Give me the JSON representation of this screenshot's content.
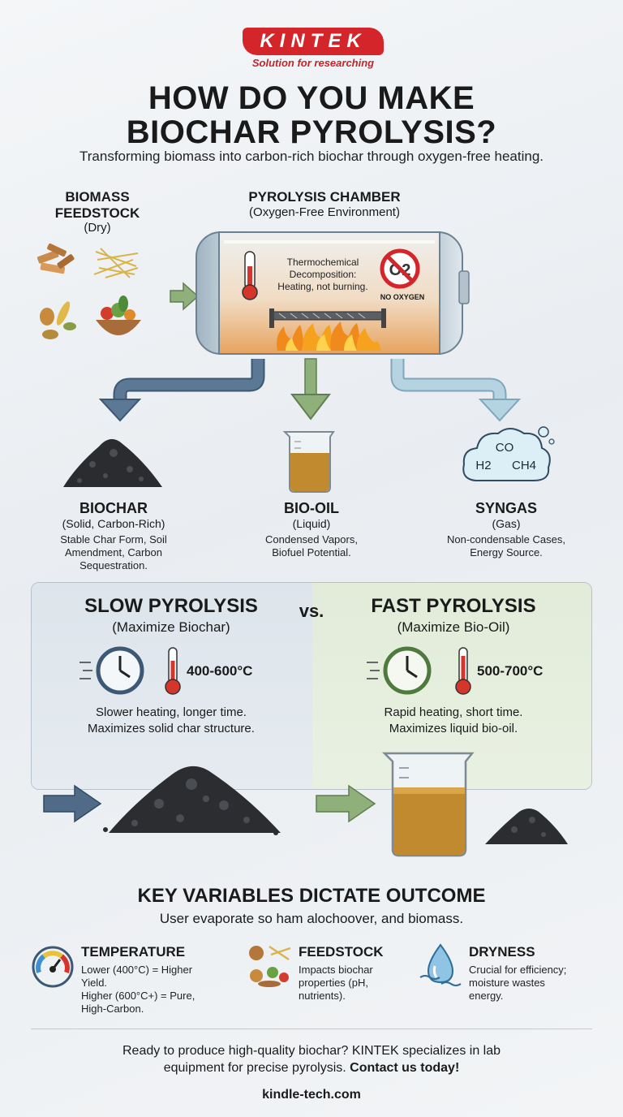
{
  "brand": {
    "name": "KINTEK",
    "tagline": "Solution for researching"
  },
  "header": {
    "title_line1": "HOW DO YOU MAKE",
    "title_line2": "BIOCHAR PYROLYSIS?",
    "subtitle": "Transforming biomass into carbon-rich biochar through oxygen-free heating."
  },
  "feedstock": {
    "title_line1": "BIOMASS",
    "title_line2": "FEEDSTOCK",
    "sub": "(Dry)"
  },
  "chamber": {
    "title": "PYROLYSIS CHAMBER",
    "sub": "(Oxygen-Free Environment)",
    "note_line1": "Thermochemical",
    "note_line2": "Decomposition:",
    "note_line3": "Heating, not burning.",
    "no_oxygen": "NO OXYGEN",
    "o2_symbol": "O2"
  },
  "outputs": {
    "biochar": {
      "title": "BIOCHAR",
      "sub": "(Solid, Carbon-Rich)",
      "desc_line1": "Stable Char Form, Soil",
      "desc_line2": "Amendment, Carbon",
      "desc_line3": "Sequestration."
    },
    "biooil": {
      "title": "BIO-OIL",
      "sub": "(Liquid)",
      "desc_line1": "Condensed Vapors,",
      "desc_line2": "Biofuel Potential."
    },
    "syngas": {
      "title": "SYNGAS",
      "sub": "(Gas)",
      "desc_line1": "Non-condensable Cases,",
      "desc_line2": "Energy Source.",
      "gas_co": "CO",
      "gas_h2": "H2",
      "gas_ch4": "CH4"
    }
  },
  "comparison": {
    "vs": "vs.",
    "slow": {
      "title": "SLOW PYROLYSIS",
      "sub": "(Maximize Biochar)",
      "temp": "400-600°C",
      "desc_line1": "Slower heating, longer time.",
      "desc_line2": "Maximizes solid char structure."
    },
    "fast": {
      "title": "FAST PYROLYSIS",
      "sub": "(Maximize Bio-Oil)",
      "temp": "500-700°C",
      "desc_line1": "Rapid heating, short time.",
      "desc_line2": "Maximizes liquid bio-oil."
    }
  },
  "key_variables": {
    "title": "KEY VARIABLES DICTATE OUTCOME",
    "subtitle": "User evaporate s͏o ham alochoover, and biomass.",
    "temperature": {
      "title": "TEMPERATURE",
      "line1": "Lower (400°C) = Higher",
      "line2": "Yield.",
      "line3": "Higher (600°C+) = Pure,",
      "line4": "High-Carbon."
    },
    "feedstock": {
      "title": "FEEDSTOCK",
      "line1": "Impacts biochar",
      "line2": "properties (pH,",
      "line3": "nutrients)."
    },
    "dryness": {
      "title": "DRYNESS",
      "line1": "Crucial for efficiency;",
      "line2": "moisture wastes",
      "line3": "energy."
    }
  },
  "footer": {
    "cta_line1": "Ready to produce high-quality biochar? KINTEK specializes in lab",
    "cta_line2": "equipment for precise pyrolysis.",
    "cta_strong": "Contact us today!",
    "website": "kindle-tech.com"
  },
  "colors": {
    "brand_red": "#d4252b",
    "arrow_green": "#7fa36a",
    "arrow_blue": "#4f6b87",
    "arrow_lightblue": "#a6c8d8",
    "oil_amber": "#c28a2e"
  }
}
